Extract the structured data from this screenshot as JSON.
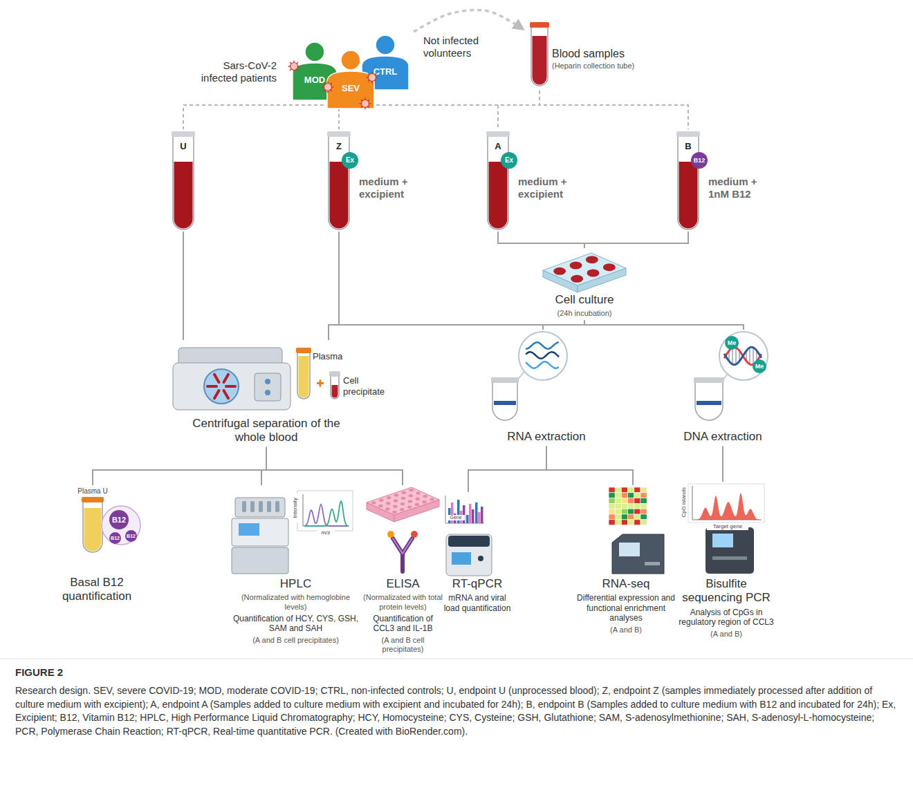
{
  "diagram": {
    "caption": "Research design. SEV, severe COVID-19; MOD, moderate COVID-19; CTRL, non-infected controls; U, endpoint U (unprocessed blood); Z, endpoint Z (samples immediately processed after addition of culture medium with excipient); A, endpoint A (Samples added to culture medium with excipient and incubated for 24h); B, endpoint B (Samples added to culture medium with B12 and incubated for 24h); Ex, Excipient; B12, Vitamin B12; HPLC, High Performance Liquid Chromatography; HCY, Homocysteine; CYS, Cysteine; GSH, Glutathione; SAM, S-adenosylmethionine; SAH, S-adenosyl-L-homocysteine; PCR, Polymerase Chain Reaction; RT-qPCR, Real-time quantitative PCR. (Created with BioRender.com).",
    "nodes": [
      {
        "text": [
          "MOD"
        ]
      },
      {
        "text": [
          "SEV"
        ]
      },
      {
        "text": [
          "CTRL"
        ]
      },
      {
        "text": [
          "Blood samples",
          "(Heparin collection tube)"
        ]
      },
      {
        "text": [
          "U"
        ]
      },
      {
        "text": [
          "Z",
          "Ex",
          "medium + excipient"
        ]
      },
      {
        "text": [
          "A",
          "Ex",
          "medium + excipient"
        ]
      },
      {
        "text": [
          "B",
          "B12",
          "medium + 1nM B12"
        ]
      },
      {
        "text": [
          "Cell culture",
          "(24h incubation)"
        ]
      },
      {
        "text": [
          "Centrifugal separation of the whole blood"
        ]
      },
      {
        "text": [
          "RNA extraction"
        ]
      },
      {
        "text": [
          "DNA extraction"
        ]
      },
      {
        "text": [
          "Plasma U",
          "Basal B12 quantification"
        ]
      },
      {
        "text": [
          "HPLC",
          "(Normalizated with hemoglobine levels)",
          "Quantification of HCY, CYS, GSH, SAM and SAH",
          "(A and B cell precipitates)"
        ]
      },
      {
        "text": [
          "ELISA",
          "(Normalizated with total protein levels)",
          "Quantification of CCL3 and IL-1B",
          "(A and B cell precipitates)"
        ]
      },
      {
        "text": [
          "RT-qPCR",
          "mRNA and viral load quantification"
        ]
      },
      {
        "text": [
          "RNA-seq",
          "Differential expression and functional enrichment analyses",
          "(A and B)"
        ]
      },
      {
        "text": [
          "Bisulfite sequencing PCR",
          "Analysis of CpGs in regulatory region of CCL3",
          "(A and B)"
        ]
      }
    ],
    "edges": [
      {
        "from": 2,
        "to": 3,
        "arrow": "to"
      },
      {
        "from": 3,
        "to": 4,
        "arrow": "none"
      },
      {
        "from": 3,
        "to": 5,
        "arrow": "none"
      },
      {
        "from": 3,
        "to": 6,
        "arrow": "none"
      },
      {
        "from": 3,
        "to": 7,
        "arrow": "none"
      },
      {
        "from": 4,
        "to": 9,
        "arrow": "none"
      },
      {
        "from": 5,
        "to": 9,
        "arrow": "none"
      },
      {
        "from": 6,
        "to": 8,
        "arrow": "none"
      },
      {
        "from": 7,
        "to": 8,
        "arrow": "none"
      },
      {
        "from": 8,
        "to": 9,
        "arrow": "none"
      },
      {
        "from": 8,
        "to": 10,
        "arrow": "none"
      },
      {
        "from": 8,
        "to": 11,
        "arrow": "none"
      },
      {
        "from": 9,
        "to": 12,
        "arrow": "none"
      },
      {
        "from": 9,
        "to": 13,
        "arrow": "none"
      },
      {
        "from": 9,
        "to": 14,
        "arrow": "none"
      },
      {
        "from": 10,
        "to": 15,
        "arrow": "none"
      },
      {
        "from": 10,
        "to": 16,
        "arrow": "none"
      },
      {
        "from": 11,
        "to": 17,
        "arrow": "none"
      }
    ],
    "labels": [
      "Sars-CoV-2 infected patients",
      "Not infected volunteers",
      "Plasma",
      "Cell precipitate",
      "B12",
      "B12",
      "B12",
      "Intensity",
      "m/z",
      "Me",
      "Me",
      "CpG islands",
      "Target gene",
      "Gene",
      "FIGURE 2"
    ]
  }
}
